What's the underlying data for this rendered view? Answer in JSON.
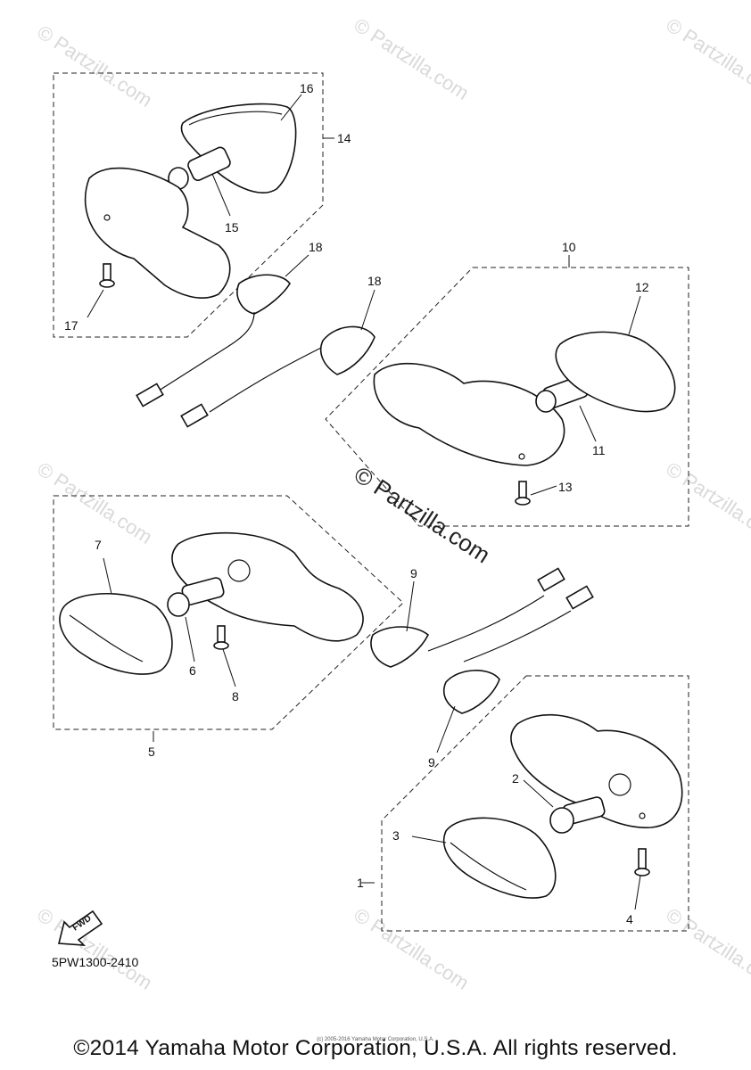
{
  "diagram": {
    "part_code": "5PW1300-2410",
    "copyright": "©2014 Yamaha Motor Corporation, U.S.A. All rights reserved.",
    "tiny_copyright": "(c) 2005-2016 Yamaha Motor Corporation, U.S.A.",
    "watermark_main": "© Partzilla.com",
    "watermark_tile": "© Partzilla.com",
    "fwd_label": "FWD",
    "callouts": [
      "1",
      "2",
      "3",
      "4",
      "5",
      "6",
      "7",
      "8",
      "9",
      "9",
      "10",
      "11",
      "12",
      "13",
      "14",
      "15",
      "16",
      "17",
      "18",
      "18"
    ]
  }
}
